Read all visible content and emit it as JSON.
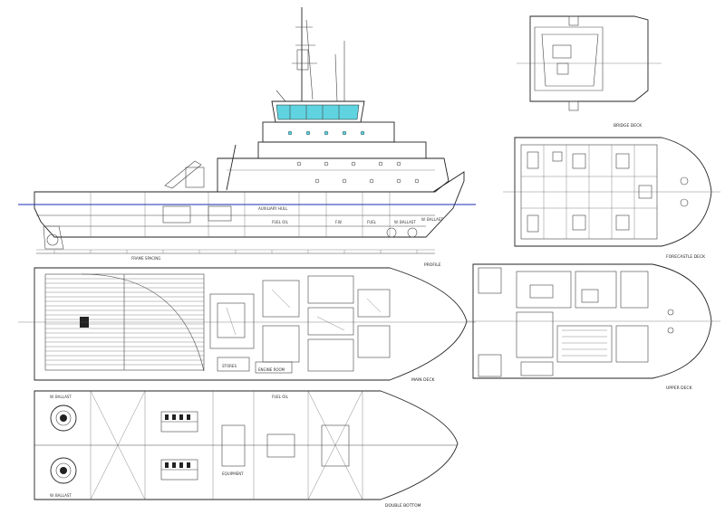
{
  "views": {
    "profile": {
      "title": "PROFILE"
    },
    "bridge_deck": {
      "title": "BRIDGE DECK"
    },
    "forecastle_deck": {
      "title": "FORECASTLE DECK"
    },
    "main_deck": {
      "title": "MAIN DECK"
    },
    "upper_deck": {
      "title": "UPPER DECK"
    },
    "double_bottom": {
      "title": "DOUBLE BOTTOM"
    }
  },
  "scale_text": "FRAME   SPACING",
  "profile_labels": {
    "hull_marking": "AUXILIARY HULL",
    "tank_1": "FUEL OIL",
    "tank_2": "F.W.",
    "tank_3": "FUEL",
    "tank_4": "W. BALLAST",
    "tank_5": "W. BALLAST"
  },
  "room_labels": {
    "double_bottom_aft_left": "W. BALLAST",
    "double_bottom_aft_right": "W. BALLAST",
    "double_bottom_equipment": "EQUIPMENT",
    "double_bottom_fuel": "FUEL OIL",
    "main_deck_stores": "STORES",
    "main_deck_engine": "ENGINE ROOM"
  },
  "colors": {
    "line": "#444444",
    "glazing": "#5fd3e0",
    "waterline": "#1a2bb0",
    "background": "#ffffff"
  }
}
